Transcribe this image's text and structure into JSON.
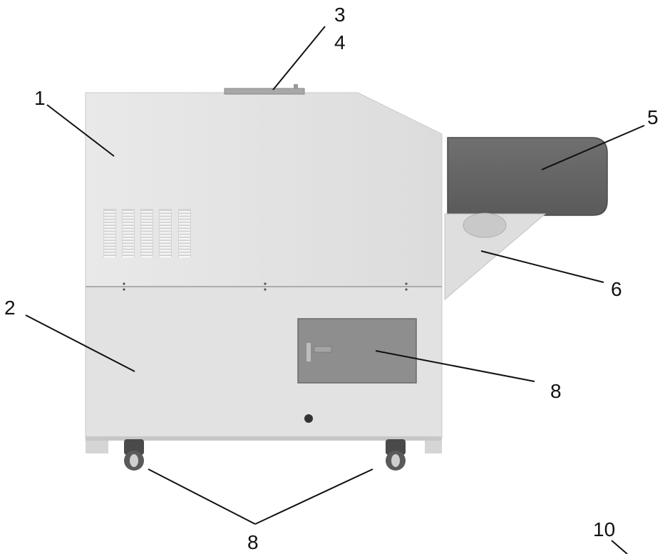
{
  "diagram": {
    "callouts": [
      {
        "id": "1",
        "text": "1"
      },
      {
        "id": "2",
        "text": "2"
      },
      {
        "id": "3",
        "text": "3"
      },
      {
        "id": "4",
        "text": "4"
      },
      {
        "id": "5",
        "text": "5"
      },
      {
        "id": "6",
        "text": "6"
      },
      {
        "id": "8a",
        "text": "8"
      },
      {
        "id": "8b",
        "text": "8"
      },
      {
        "id": "10",
        "text": "10"
      }
    ]
  }
}
